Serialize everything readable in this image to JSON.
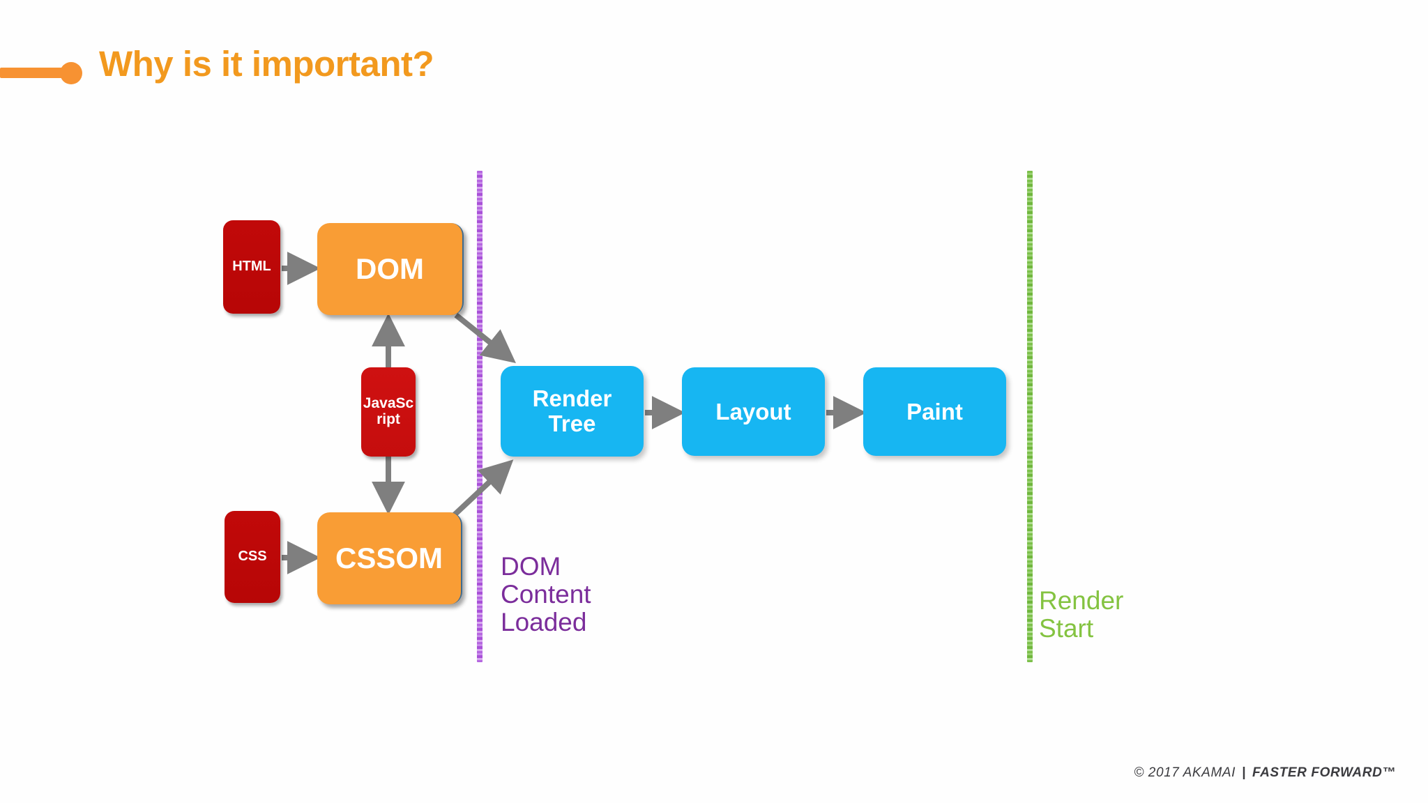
{
  "slide": {
    "title": "Why is it important?",
    "accent_color": "#F2991E"
  },
  "diagram": {
    "nodes": [
      {
        "id": "html",
        "label": "HTML",
        "color": "#BE0808",
        "kind": "source"
      },
      {
        "id": "dom",
        "label": "DOM",
        "color": "#F99D35",
        "kind": "object-model"
      },
      {
        "id": "js",
        "label": "JavaSc\nript",
        "color": "#CC1111",
        "kind": "source"
      },
      {
        "id": "css",
        "label": "CSS",
        "color": "#BE0808",
        "kind": "source"
      },
      {
        "id": "cssom",
        "label": "CSSOM",
        "color": "#F99D35",
        "kind": "object-model"
      },
      {
        "id": "render",
        "label": "Render\nTree",
        "color": "#17B6F2",
        "kind": "stage"
      },
      {
        "id": "layout",
        "label": "Layout",
        "color": "#17B6F2",
        "kind": "stage"
      },
      {
        "id": "paint",
        "label": "Paint",
        "color": "#17B6F2",
        "kind": "stage"
      }
    ],
    "edges": [
      {
        "from": "html",
        "to": "dom",
        "style": "straight-right"
      },
      {
        "from": "css",
        "to": "cssom",
        "style": "straight-right"
      },
      {
        "from": "js",
        "to": "dom",
        "style": "straight-up"
      },
      {
        "from": "js",
        "to": "cssom",
        "style": "straight-down"
      },
      {
        "from": "dom",
        "to": "render",
        "style": "diagonal-down-right"
      },
      {
        "from": "cssom",
        "to": "render",
        "style": "diagonal-up-right"
      },
      {
        "from": "render",
        "to": "layout",
        "style": "straight-right"
      },
      {
        "from": "layout",
        "to": "paint",
        "style": "straight-right"
      }
    ],
    "arrow_color": "#7F7F7F",
    "milestones": [
      {
        "id": "dom-content-loaded",
        "label": "DOM\nContent\nLoaded",
        "color": "#7B2D9B"
      },
      {
        "id": "render-start",
        "label": "Render\nStart",
        "color": "#84C341"
      }
    ]
  },
  "footer": {
    "copyright": "© 2017 AKAMAI",
    "separator": "|",
    "tagline": "FASTER FORWARD™"
  }
}
